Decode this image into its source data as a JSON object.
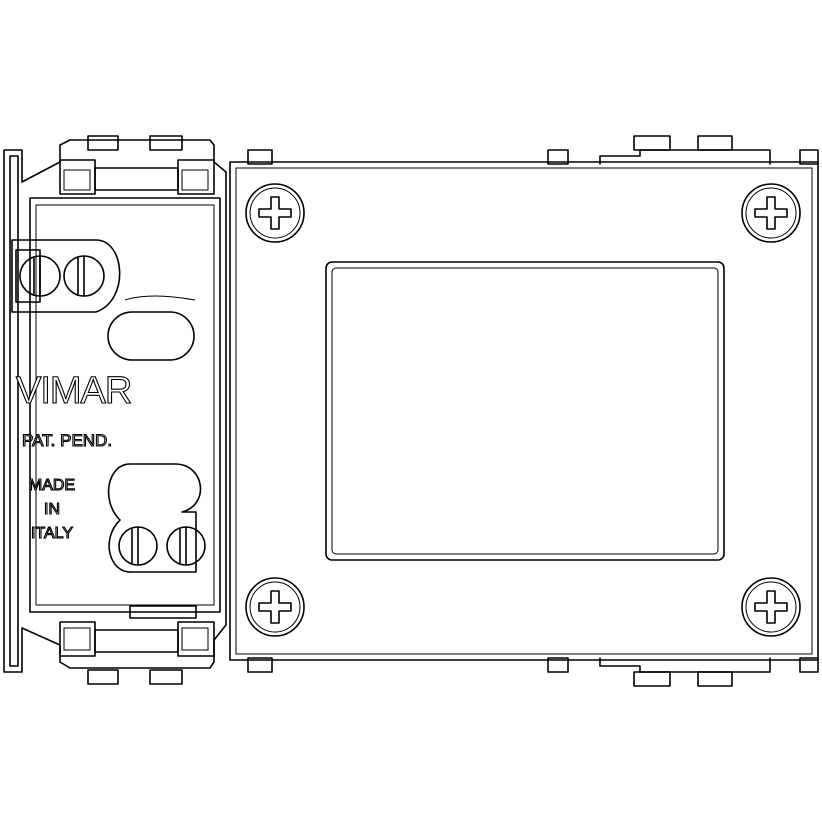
{
  "module": {
    "brand": "VIMAR",
    "patent": "PAT. PEND.",
    "origin_lines": [
      "MADE",
      "IN",
      "ITALY"
    ]
  },
  "colors": {
    "line": "#000000",
    "background": "#ffffff"
  },
  "icons": [
    "screw-icon",
    "terminal-screw-icon"
  ]
}
